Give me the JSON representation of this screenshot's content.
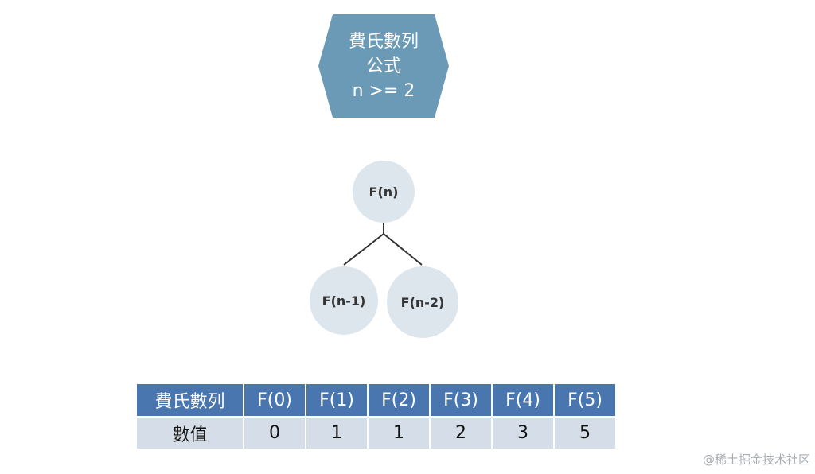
{
  "formula_box": {
    "lines": [
      "費氏數列",
      "公式",
      "n >= 2"
    ]
  },
  "tree": {
    "root": "F(n)",
    "left": "F(n-1)",
    "right": "F(n-2)"
  },
  "table": {
    "header_label": "費氏數列",
    "row_label": "數值",
    "columns": [
      "F(0)",
      "F(1)",
      "F(2)",
      "F(3)",
      "F(4)",
      "F(5)"
    ],
    "values": [
      "0",
      "1",
      "1",
      "2",
      "3",
      "5"
    ]
  },
  "watermark": "@稀土掘金技术社区",
  "colors": {
    "hexagon": "#6a9ab5",
    "node": "#dde5ed",
    "table_header": "#4a76b0",
    "table_cell": "#d5dde8"
  }
}
